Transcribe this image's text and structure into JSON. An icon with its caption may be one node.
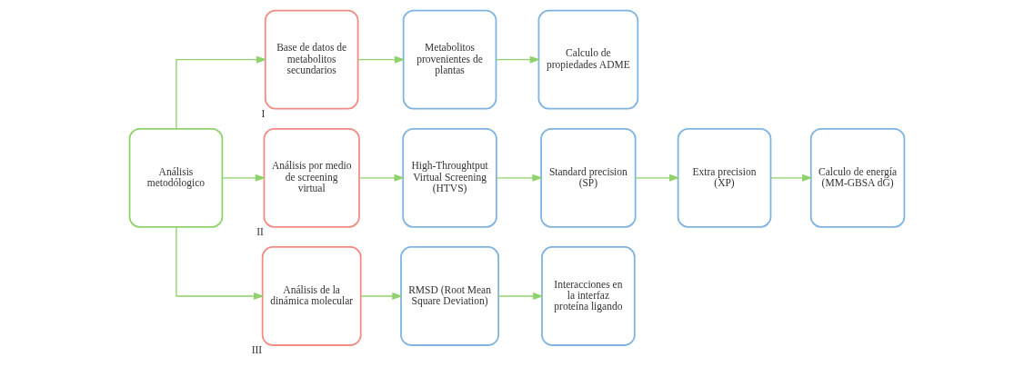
{
  "diagram": {
    "nodes": [
      {
        "text": [
          "Análisis metodólogico"
        ]
      },
      {
        "text": [
          "Base de datos de metabolitos secundarios"
        ],
        "beside": [
          "I"
        ]
      },
      {
        "text": [
          "Metabolitos provenientes de plantas"
        ]
      },
      {
        "text": [
          "Calculo de propiedades ADME"
        ]
      },
      {
        "text": [
          "Análisis por medio de screening virtual"
        ],
        "beside": [
          "II"
        ]
      },
      {
        "text": [
          "High-Throughtput Virtual Screening (HTVS)"
        ]
      },
      {
        "text": [
          "Standard precision (SP)"
        ]
      },
      {
        "text": [
          "Extra precision (XP)"
        ]
      },
      {
        "text": [
          "Calculo de energía (MM-GBSA dG)"
        ]
      },
      {
        "text": [
          "Análisis de la dinámica molecular"
        ],
        "beside": [
          "III"
        ]
      },
      {
        "text": [
          "RMSD (Root Mean Square Deviation)"
        ]
      },
      {
        "text": [
          "Interacciones en la interfaz proteína ligando"
        ]
      }
    ],
    "edges": [
      {
        "from": 0,
        "to": 1,
        "arrow": "to"
      },
      {
        "from": 0,
        "to": 4,
        "arrow": "to"
      },
      {
        "from": 0,
        "to": 9,
        "arrow": "to"
      },
      {
        "from": 1,
        "to": 2,
        "arrow": "to"
      },
      {
        "from": 2,
        "to": 3,
        "arrow": "to"
      },
      {
        "from": 4,
        "to": 5,
        "arrow": "to"
      },
      {
        "from": 5,
        "to": 6,
        "arrow": "to"
      },
      {
        "from": 6,
        "to": 7,
        "arrow": "to"
      },
      {
        "from": 7,
        "to": 8,
        "arrow": "to"
      },
      {
        "from": 9,
        "to": 10,
        "arrow": "to"
      },
      {
        "from": 10,
        "to": 11,
        "arrow": "to"
      }
    ]
  }
}
